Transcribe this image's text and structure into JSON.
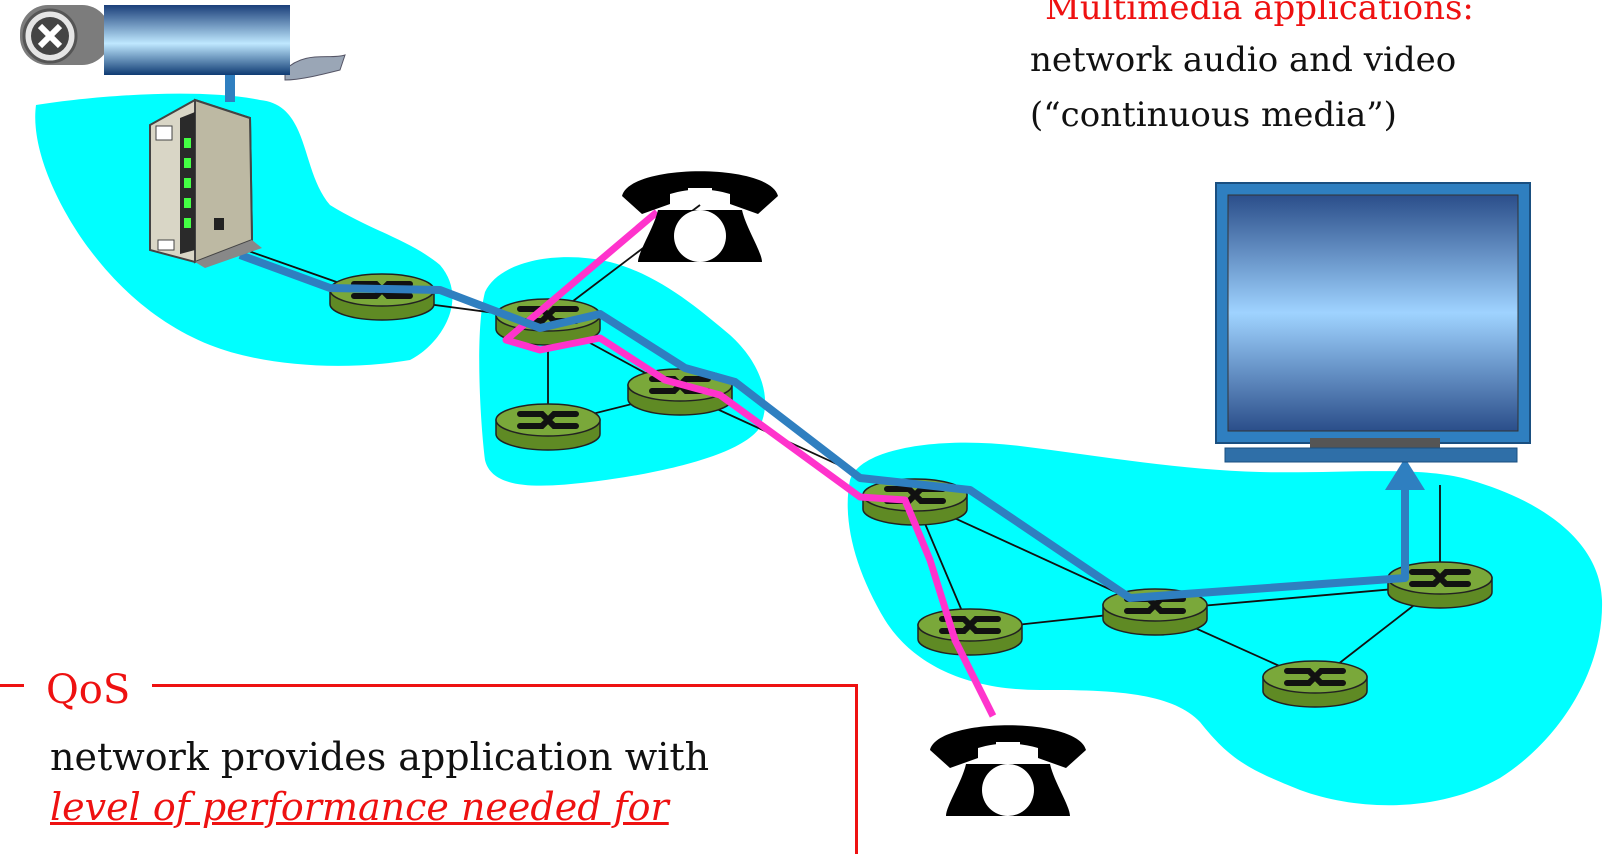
{
  "multimedia": {
    "title": "Multimedia applications:",
    "line1": "network audio and video",
    "line2": "(“continuous media”)"
  },
  "qos": {
    "title": "QoS",
    "line1": "network provides application with",
    "line2": "level of performance needed for"
  },
  "colors": {
    "cloud": "#00ffff",
    "router_top": "#7aa83a",
    "router_side": "#5f8a24",
    "video_path": "#2f7fc0",
    "voice_path": "#ff33cc",
    "accent_red": "#ee1111"
  }
}
